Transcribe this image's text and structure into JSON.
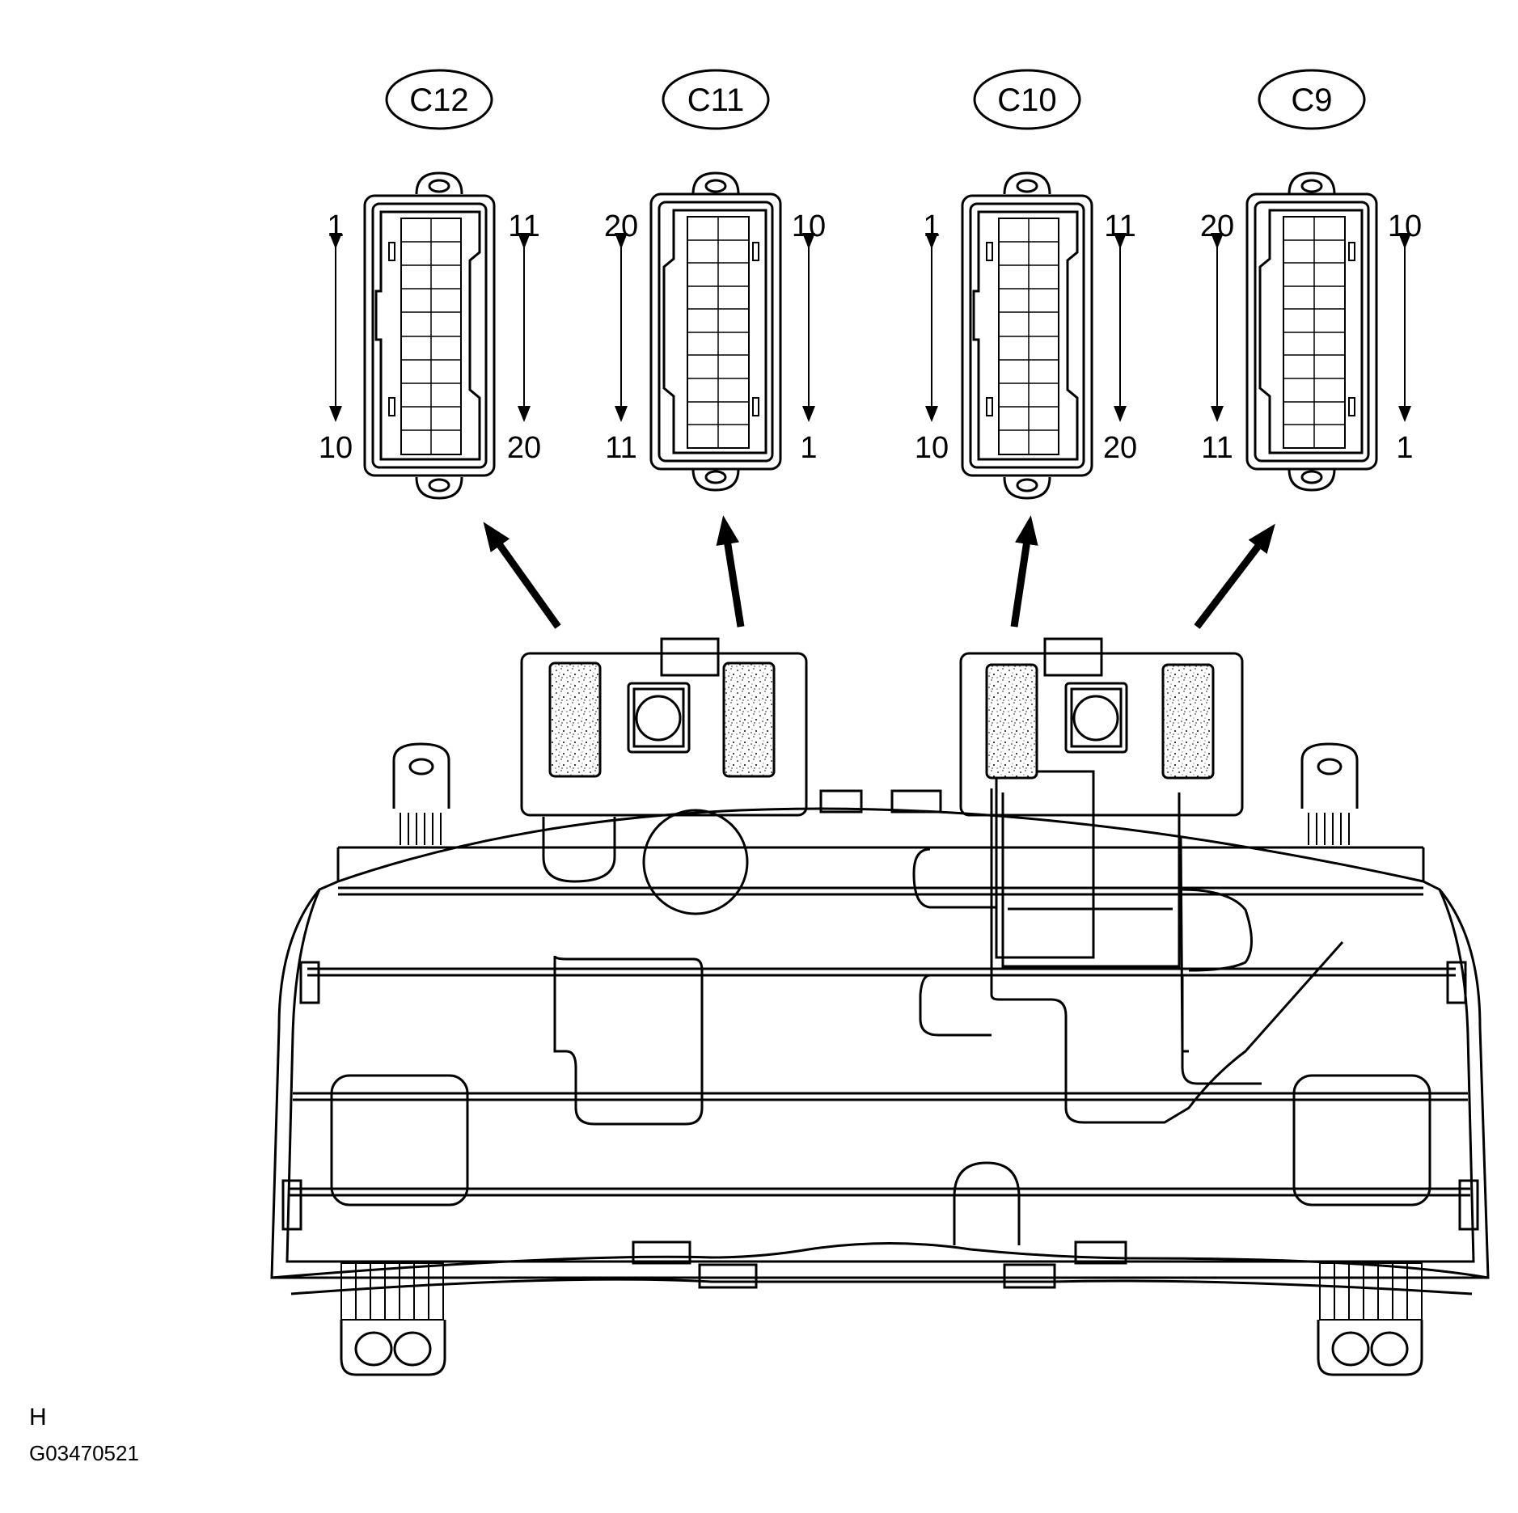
{
  "connectors": [
    {
      "id": "C12",
      "pins": {
        "top_left": "1",
        "bottom_left": "10",
        "top_right": "11",
        "bottom_right": "20"
      }
    },
    {
      "id": "C11",
      "pins": {
        "top_left": "20",
        "bottom_left": "11",
        "top_right": "10",
        "bottom_right": "1"
      }
    },
    {
      "id": "C10",
      "pins": {
        "top_left": "1",
        "bottom_left": "10",
        "top_right": "11",
        "bottom_right": "20"
      }
    },
    {
      "id": "C9",
      "pins": {
        "top_left": "20",
        "bottom_left": "11",
        "top_right": "10",
        "bottom_right": "1"
      }
    }
  ],
  "footer": {
    "mark": "H",
    "code": "G03470521"
  }
}
